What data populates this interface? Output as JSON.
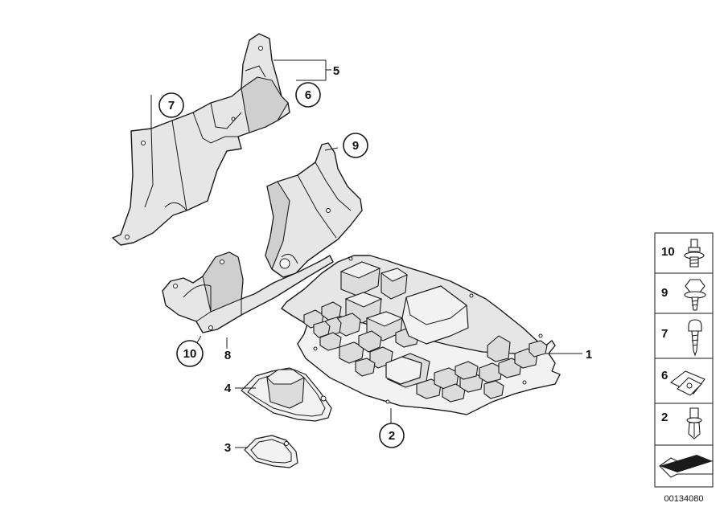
{
  "callouts": {
    "c1": "1",
    "c2": "2",
    "c3": "3",
    "c4": "4",
    "c5": "5",
    "c6": "6",
    "c7": "7",
    "c8": "8",
    "c9": "9",
    "c10": "10"
  },
  "fastener_legend": [
    {
      "label": "10",
      "icon": "bolt-with-washer-icon"
    },
    {
      "label": "9",
      "icon": "hex-collar-screw-icon"
    },
    {
      "label": "7",
      "icon": "tapping-screw-icon"
    },
    {
      "label": "6",
      "icon": "clip-nut-icon"
    },
    {
      "label": "2",
      "icon": "push-rivet-icon"
    }
  ],
  "legend_extra_icon": "arrow-direction-icon",
  "reference_number": "00134080"
}
